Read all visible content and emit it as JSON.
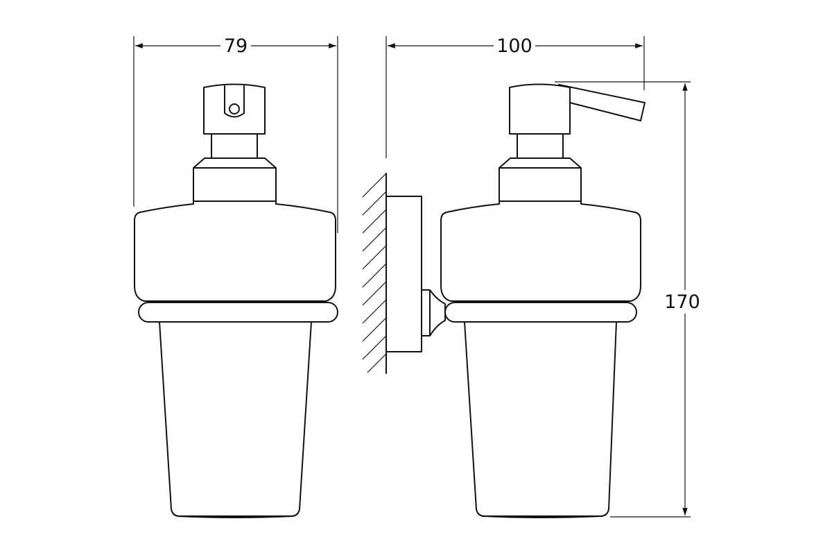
{
  "dimensions": {
    "front_width": "79",
    "side_depth": "100",
    "height": "170"
  },
  "colors": {
    "background": "#ffffff",
    "line": "#111111"
  }
}
